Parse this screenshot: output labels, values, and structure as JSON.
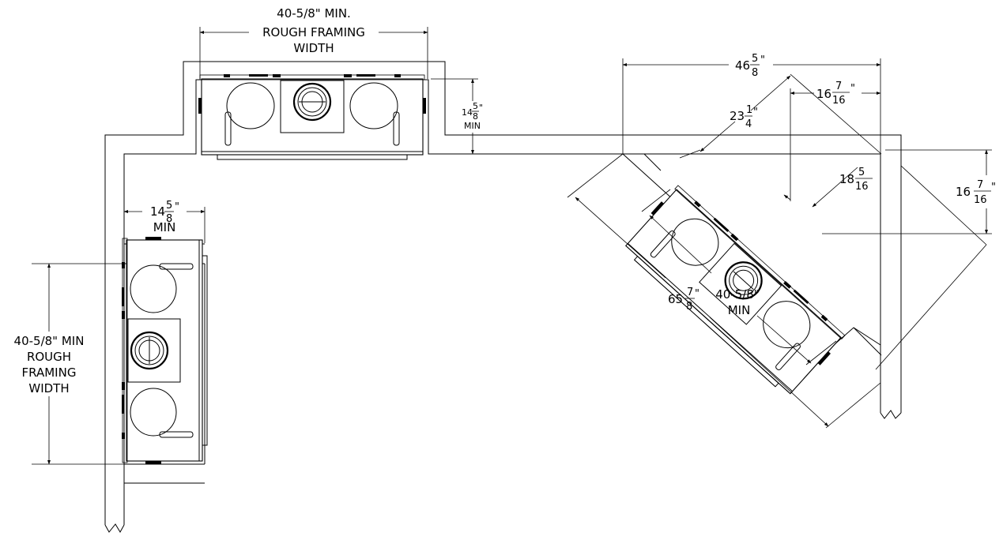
{
  "labels": {
    "top_width_line1": "40-5/8\" MIN.",
    "top_width_line2": "ROUGH FRAMING",
    "top_width_line3": "WIDTH",
    "top_depth_whole": "14",
    "top_depth_num": "5",
    "top_depth_den": "8",
    "top_depth_inch": "\"",
    "top_depth_min": "MIN",
    "left_depth_whole": "14",
    "left_depth_num": "5",
    "left_depth_den": "8",
    "left_depth_inch": "\"",
    "left_depth_min": "MIN",
    "left_width_line1": "40-5/8\" MIN",
    "left_width_line2": "ROUGH",
    "left_width_line3": "FRAMING",
    "left_width_line4": "WIDTH",
    "corner_top_whole": "46",
    "corner_top_num": "5",
    "corner_top_den": "8",
    "corner_top_inch": "\"",
    "corner_diag_whole": "23",
    "corner_diag_num": "1",
    "corner_diag_den": "4",
    "corner_diag_inch": "\"",
    "corner_right_whole": "16",
    "corner_right_num": "7",
    "corner_right_den": "16",
    "corner_right_inch": "\"",
    "corner_mid_whole": "18",
    "corner_mid_num": "5",
    "corner_mid_den": "16",
    "corner_far_whole": "16",
    "corner_far_num": "7",
    "corner_far_den": "16",
    "corner_far_inch": "\"",
    "corner_long_whole": "65",
    "corner_long_num": "7",
    "corner_long_den": "8",
    "corner_long_inch": "\"",
    "corner_min_line1": "40-5/8\"",
    "corner_min_line2": "MIN"
  }
}
